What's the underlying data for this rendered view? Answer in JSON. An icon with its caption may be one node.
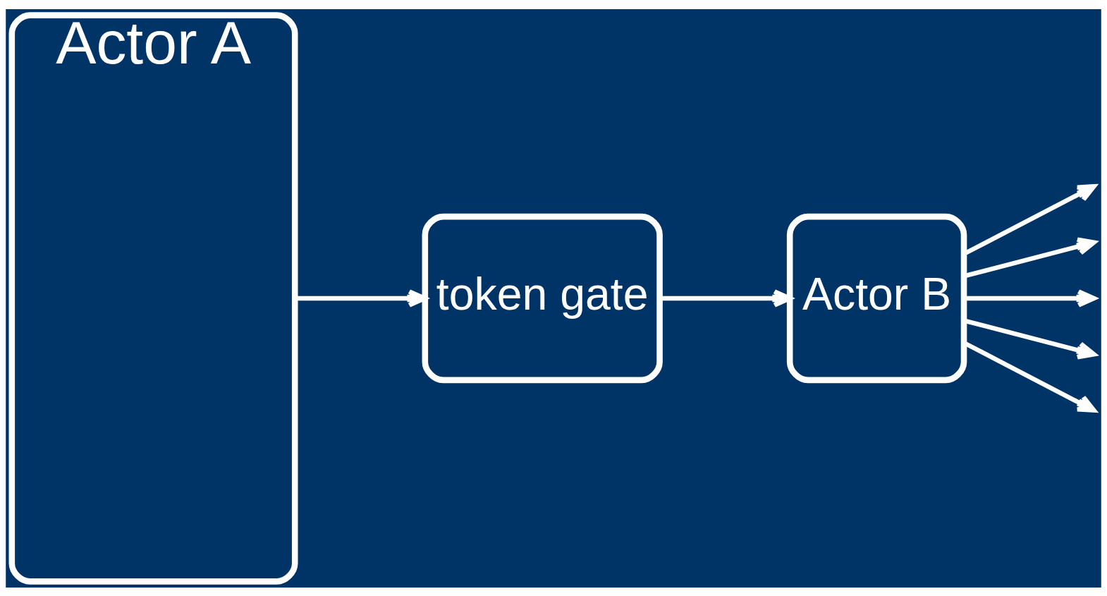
{
  "diagram": {
    "nodes": [
      {
        "text": [
          "Actor A"
        ]
      },
      {
        "text": [
          "token gate"
        ]
      },
      {
        "text": [
          "Actor B"
        ]
      }
    ],
    "edges": [
      {
        "from": 0,
        "to": 1,
        "arrow": "to"
      },
      {
        "from": 1,
        "to": 2,
        "arrow": "to"
      },
      {
        "from": 2,
        "to": null,
        "arrow": "to"
      },
      {
        "from": 2,
        "to": null,
        "arrow": "to"
      },
      {
        "from": 2,
        "to": null,
        "arrow": "to"
      },
      {
        "from": 2,
        "to": null,
        "arrow": "to"
      },
      {
        "from": 2,
        "to": null,
        "arrow": "to"
      }
    ]
  }
}
